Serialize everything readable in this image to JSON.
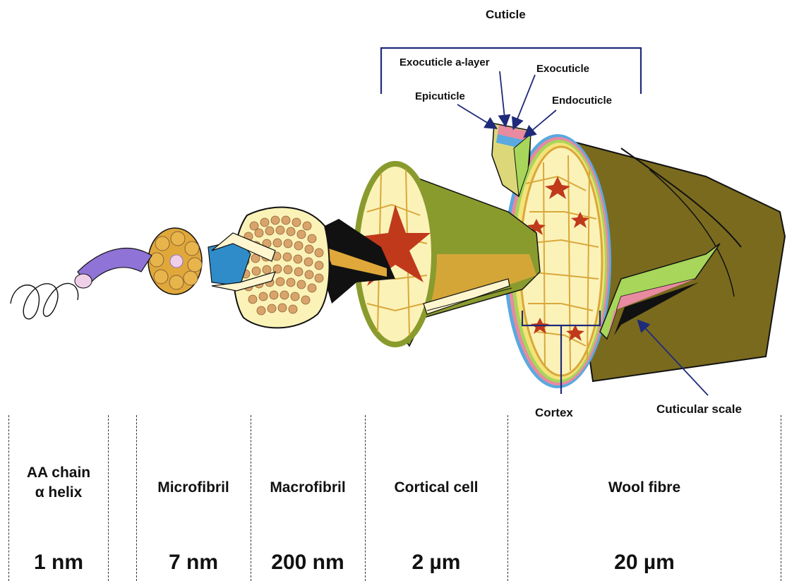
{
  "labels": {
    "cuticle": "Cuticle",
    "exocuticle_a_layer": "Exocuticle a-layer",
    "exocuticle": "Exocuticle",
    "epicuticle": "Epicuticle",
    "endocuticle": "Endocuticle",
    "cortex": "Cortex",
    "cuticular_scale": "Cuticular scale"
  },
  "levels": [
    {
      "name": "AA chain",
      "name2": "α helix",
      "size": "1 nm"
    },
    {
      "name": "Microfibril",
      "size": "7 nm"
    },
    {
      "name": "Macrofibril",
      "size": "200 nm"
    },
    {
      "name": "Cortical cell",
      "size": "2 µm"
    },
    {
      "name": "Wool fibre",
      "size": "20 µm"
    }
  ],
  "colors": {
    "navy": "#1f2a7a",
    "olive": "#7a6a1e",
    "olive_light": "#a38d2c",
    "cortex_fill": "#fbf2b8",
    "cell_border": "#d9a83a",
    "red_core": "#c0391b",
    "helix_purple": "#8f73d6",
    "microfibril_gold": "#e0a83a",
    "blue": "#2f8cc9",
    "cuticle_pink": "#e88aa0",
    "cuticle_green": "#a7d65a",
    "cuticle_blue": "#5aa9e0"
  }
}
